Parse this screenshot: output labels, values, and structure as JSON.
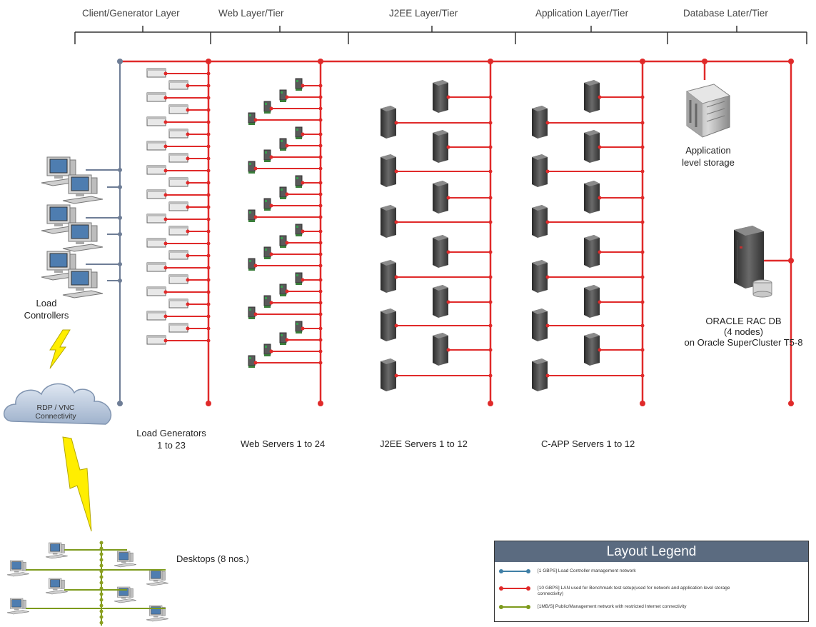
{
  "tiers": [
    "Client/Generator Layer",
    "Web Layer/Tier",
    "J2EE Layer/Tier",
    "Application Layer/Tier",
    "Database Later/Tier"
  ],
  "labels": {
    "load_controllers_1": "Load",
    "load_controllers_2": "Controllers",
    "cloud": "RDP / VNC Connectivity",
    "load_generators_1": "Load Generators",
    "load_generators_2": "1 to 23",
    "web_servers": "Web Servers 1 to 24",
    "j2ee_servers": "J2EE Servers 1 to 12",
    "capp_servers": "C-APP Servers 1 to 12",
    "storage_1": "Application",
    "storage_2": "level storage",
    "db_1": "ORACLE RAC DB",
    "db_2": "(4 nodes)",
    "db_3": "on Oracle SuperCluster T5-8",
    "desktops": "Desktops (8 nos.)"
  },
  "legend": {
    "title": "Layout Legend",
    "items": [
      {
        "text": "[1 GBPS] Load Controller management network",
        "color": "#3f7fa6"
      },
      {
        "text": "[10 GBPS] LAN used for Benchmark test setup(used for network and application level storage connectivity)",
        "color": "#e02a2a"
      },
      {
        "text": "[1MB/S] Public/Management network with restricted Internet connectivity",
        "color": "#7d9a1c"
      }
    ]
  },
  "colors": {
    "red_network": "#e02a2a",
    "blue_network": "#6e7d96",
    "green_network": "#7d9a1c",
    "bracket": "#333333",
    "bolt": "#ffee00",
    "cloud": "#b8c7dc"
  }
}
